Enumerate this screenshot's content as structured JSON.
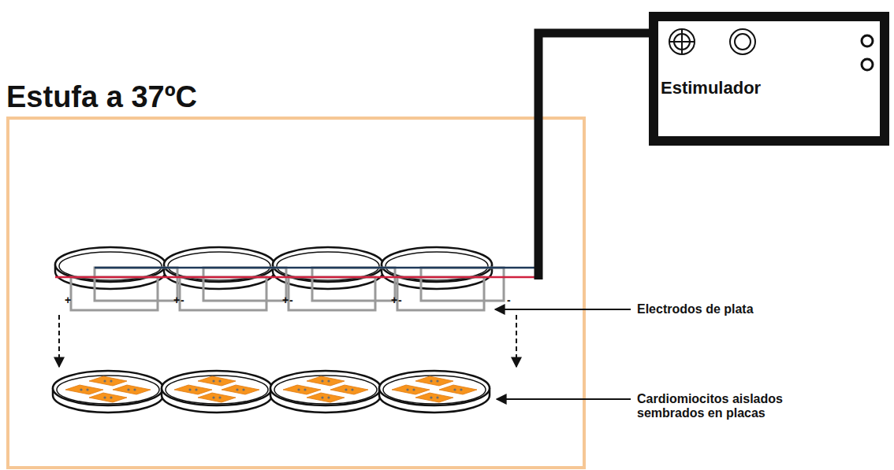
{
  "diagram": {
    "nodes": [
      {
        "text": [
          "Estufa a 37ºC"
        ]
      },
      {
        "text": [
          "Estimulador"
        ]
      }
    ],
    "labels": [
      "+",
      "-",
      "+",
      "-",
      "+",
      "-",
      "+",
      "-",
      "Electrodos de plata",
      "Cardiomiocitos aislados sembrados en placas"
    ]
  }
}
